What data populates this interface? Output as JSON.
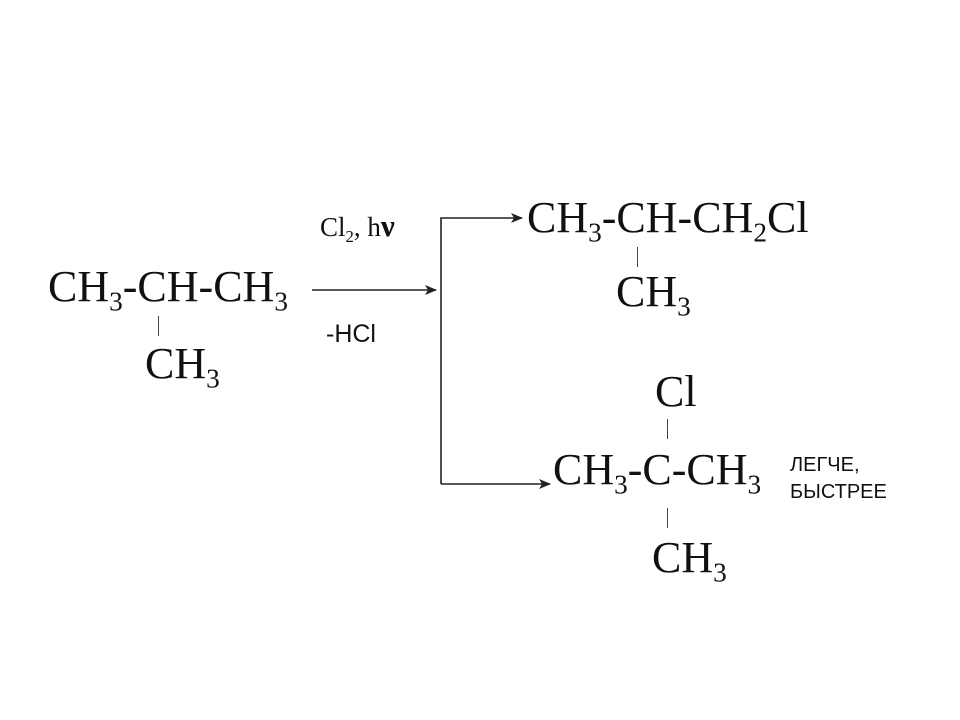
{
  "reactant": {
    "main_chain": [
      {
        "text": "CH",
        "sub": "3"
      },
      {
        "text": "-CH-CH",
        "sub": "3"
      }
    ],
    "branch": {
      "text": "CH",
      "sub": "3"
    }
  },
  "conditions": {
    "above": {
      "cl": "Cl",
      "cl_sub": "2",
      "sep": ", h",
      "nu": "ν"
    },
    "below": "-HCl"
  },
  "product_1": {
    "main_chain": [
      {
        "text": "CH",
        "sub": "3"
      },
      {
        "text": "-CH-CH",
        "sub": "2"
      },
      {
        "text": "Cl",
        "sub": ""
      }
    ],
    "branch": {
      "text": "CH",
      "sub": "3"
    }
  },
  "product_2": {
    "top": {
      "text": "Cl"
    },
    "main_chain": [
      {
        "text": "CH",
        "sub": "3"
      },
      {
        "text": "-C-CH",
        "sub": "3"
      }
    ],
    "branch": {
      "text": "CH",
      "sub": "3"
    },
    "note": [
      "ЛЕГЧЕ,",
      "БЫСТРЕЕ"
    ]
  }
}
